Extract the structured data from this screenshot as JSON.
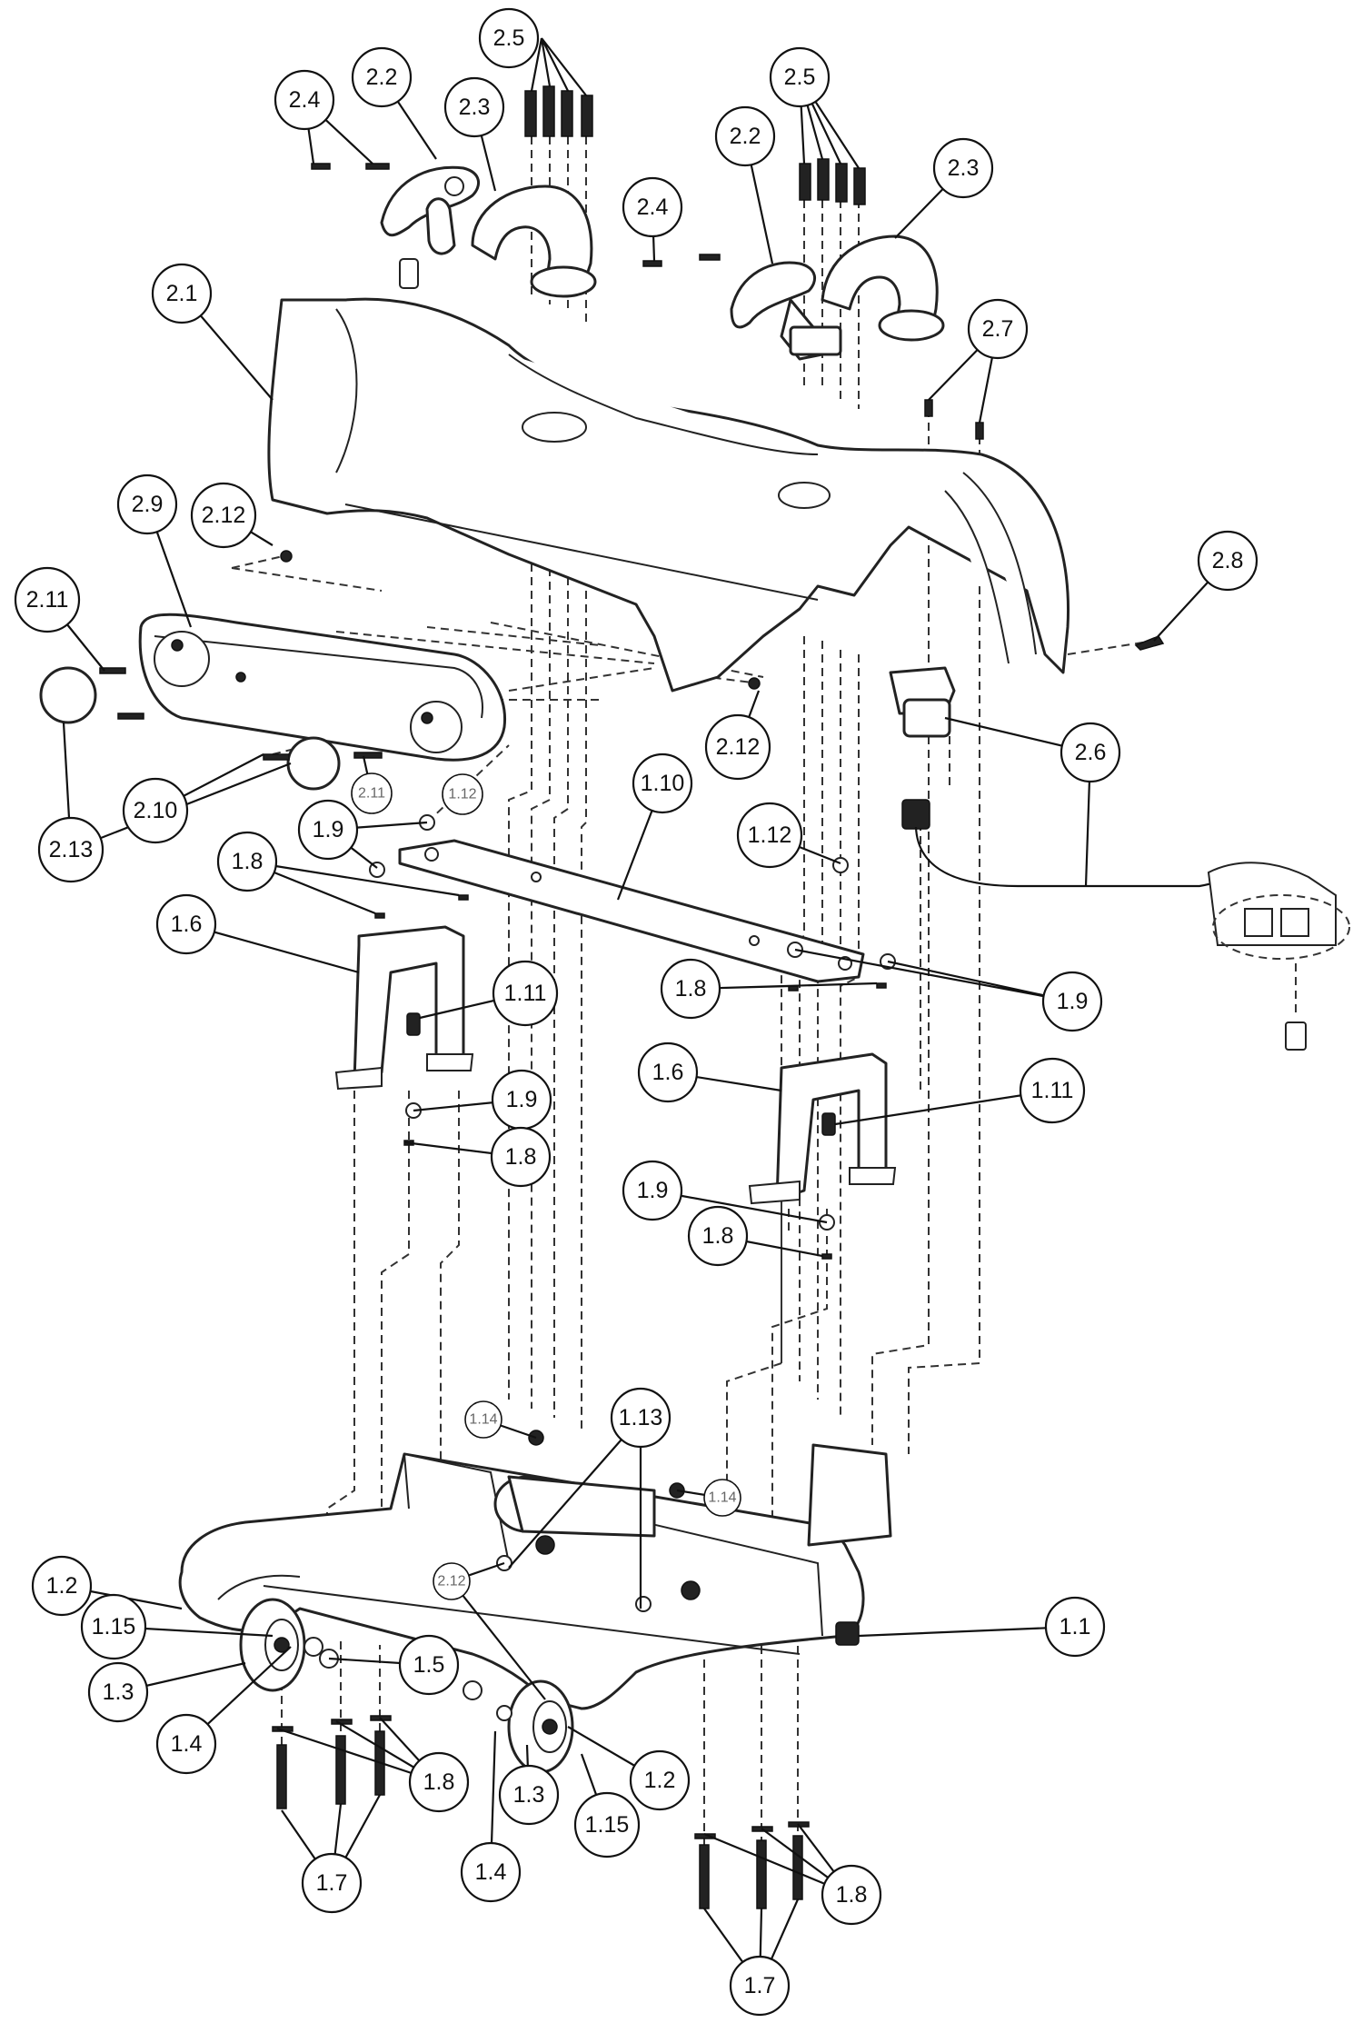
{
  "callouts": [
    {
      "id": "c2_5a",
      "label": "2.5"
    },
    {
      "id": "c2_2a",
      "label": "2.2"
    },
    {
      "id": "c2_3a",
      "label": "2.3"
    },
    {
      "id": "c2_4a",
      "label": "2.4"
    },
    {
      "id": "c2_5b",
      "label": "2.5"
    },
    {
      "id": "c2_2b",
      "label": "2.2"
    },
    {
      "id": "c2_3b",
      "label": "2.3"
    },
    {
      "id": "c2_4b",
      "label": "2.4"
    },
    {
      "id": "c2_1",
      "label": "2.1"
    },
    {
      "id": "c2_7",
      "label": "2.7"
    },
    {
      "id": "c2_9",
      "label": "2.9"
    },
    {
      "id": "c2_12a",
      "label": "2.12"
    },
    {
      "id": "c2_8",
      "label": "2.8"
    },
    {
      "id": "c2_11a",
      "label": "2.11"
    },
    {
      "id": "c2_12b",
      "label": "2.12"
    },
    {
      "id": "c2_6",
      "label": "2.6"
    },
    {
      "id": "c2_10",
      "label": "2.10"
    },
    {
      "id": "c2_11b",
      "label": "2.11"
    },
    {
      "id": "c1_12a",
      "label": "1.12"
    },
    {
      "id": "c1_10",
      "label": "1.10"
    },
    {
      "id": "c2_13",
      "label": "2.13"
    },
    {
      "id": "c1_9a",
      "label": "1.9"
    },
    {
      "id": "c1_12b",
      "label": "1.12"
    },
    {
      "id": "c1_8a",
      "label": "1.8"
    },
    {
      "id": "c1_6a",
      "label": "1.6"
    },
    {
      "id": "c1_11a",
      "label": "1.11"
    },
    {
      "id": "c1_8b",
      "label": "1.8"
    },
    {
      "id": "c1_9b",
      "label": "1.9"
    },
    {
      "id": "c1_6b",
      "label": "1.6"
    },
    {
      "id": "c1_11b",
      "label": "1.11"
    },
    {
      "id": "c1_9c",
      "label": "1.9"
    },
    {
      "id": "c1_8c",
      "label": "1.8"
    },
    {
      "id": "c1_9d",
      "label": "1.9"
    },
    {
      "id": "c1_8d",
      "label": "1.8"
    },
    {
      "id": "c1_14a",
      "label": "1.14"
    },
    {
      "id": "c1_13",
      "label": "1.13"
    },
    {
      "id": "c1_14b",
      "label": "1.14"
    },
    {
      "id": "c1_2a",
      "label": "1.2"
    },
    {
      "id": "c2_12c",
      "label": "2.12"
    },
    {
      "id": "c1_1",
      "label": "1.1"
    },
    {
      "id": "c1_15a",
      "label": "1.15"
    },
    {
      "id": "c1_3a",
      "label": "1.3"
    },
    {
      "id": "c1_5",
      "label": "1.5"
    },
    {
      "id": "c1_4a",
      "label": "1.4"
    },
    {
      "id": "c1_8e",
      "label": "1.8"
    },
    {
      "id": "c1_2b",
      "label": "1.2"
    },
    {
      "id": "c1_3b",
      "label": "1.3"
    },
    {
      "id": "c1_15b",
      "label": "1.15"
    },
    {
      "id": "c1_4b",
      "label": "1.4"
    },
    {
      "id": "c1_7a",
      "label": "1.7"
    },
    {
      "id": "c1_8f",
      "label": "1.8"
    },
    {
      "id": "c1_7b",
      "label": "1.7"
    }
  ]
}
